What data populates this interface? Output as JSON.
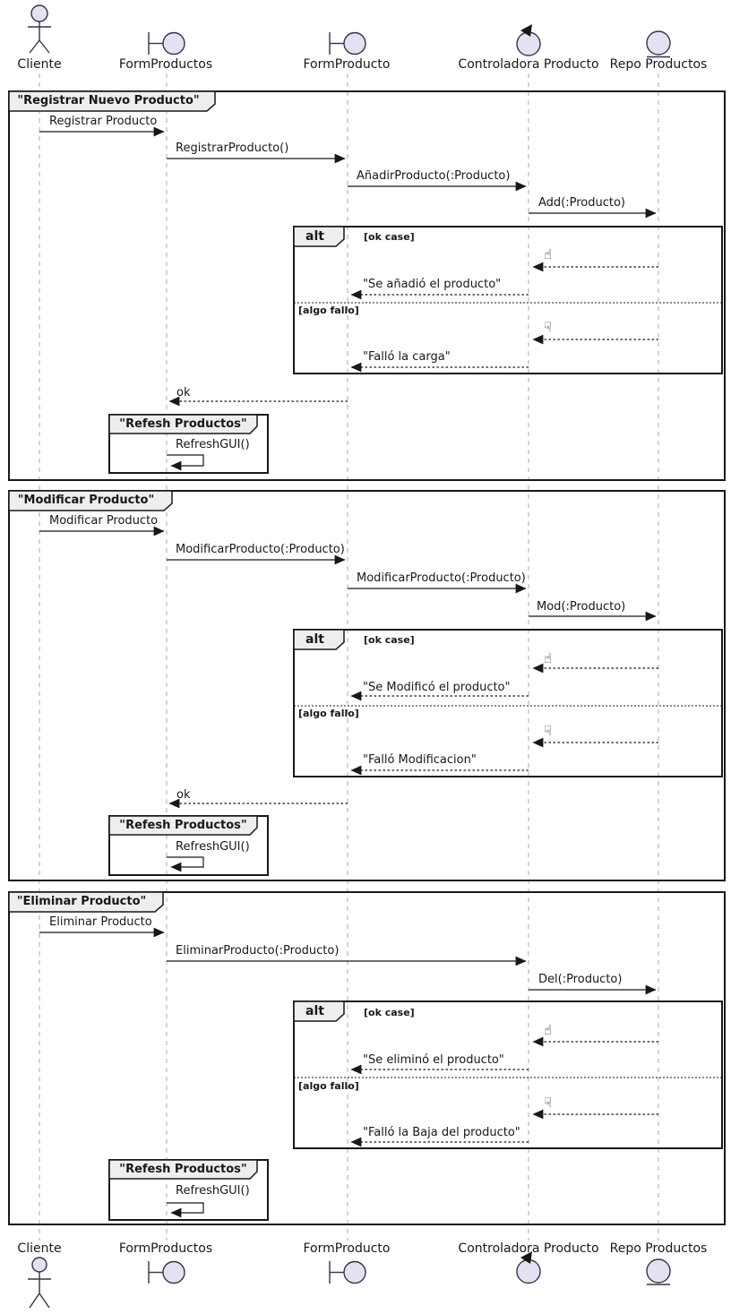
{
  "colors": {
    "participant_fill": "#E2E2F0",
    "header_fill": "#EEEEEE",
    "line": "#181818",
    "lifeline": "#AAAAAA"
  },
  "icons": {
    "thumbs_up": "☝",
    "thumbs_down": "☟"
  },
  "participants": [
    {
      "label": "Cliente",
      "type": "actor"
    },
    {
      "label": "FormProductos",
      "type": "boundary"
    },
    {
      "label": "FormProducto",
      "type": "boundary"
    },
    {
      "label": "Controladora Producto",
      "type": "control"
    },
    {
      "label": "Repo Productos",
      "type": "entity"
    }
  ],
  "frames": [
    {
      "title": "\"Registrar Nuevo Producto\"",
      "messages": [
        {
          "label": "Registrar Producto"
        },
        {
          "label": "RegistrarProducto()"
        },
        {
          "label": "AñadirProducto(:Producto)"
        },
        {
          "label": "Add(:Producto)"
        }
      ],
      "alt": {
        "operator": "alt",
        "guard_ok": "[ok case]",
        "reply_ok": "\"Se añadió el producto\"",
        "guard_fail": "[algo fallo]",
        "reply_fail": "\"Falló la carga\""
      },
      "return_label": "ok",
      "group": {
        "title": "\"Refesh Productos\"",
        "message": "RefreshGUI()"
      }
    },
    {
      "title": "\"Modificar Producto\"",
      "messages": [
        {
          "label": "Modificar Producto"
        },
        {
          "label": "ModificarProducto(:Producto)"
        },
        {
          "label": "ModificarProducto(:Producto)"
        },
        {
          "label": "Mod(:Producto)"
        }
      ],
      "alt": {
        "operator": "alt",
        "guard_ok": "[ok case]",
        "reply_ok": "\"Se Modificó el producto\"",
        "guard_fail": "[algo fallo]",
        "reply_fail": "\"Falló Modificacion\""
      },
      "return_label": "ok",
      "group": {
        "title": "\"Refesh Productos\"",
        "message": "RefreshGUI()"
      }
    },
    {
      "title": "\"Eliminar Producto\"",
      "messages": [
        {
          "label": "Eliminar Producto"
        },
        {
          "label": "EliminarProducto(:Producto)"
        },
        {
          "label": "Del(:Producto)"
        }
      ],
      "alt": {
        "operator": "alt",
        "guard_ok": "[ok case]",
        "reply_ok": "\"Se eliminó el producto\"",
        "guard_fail": "[algo fallo]",
        "reply_fail": "\"Falló la Baja del producto\""
      },
      "group": {
        "title": "\"Refesh Productos\"",
        "message": "RefreshGUI()"
      }
    }
  ]
}
